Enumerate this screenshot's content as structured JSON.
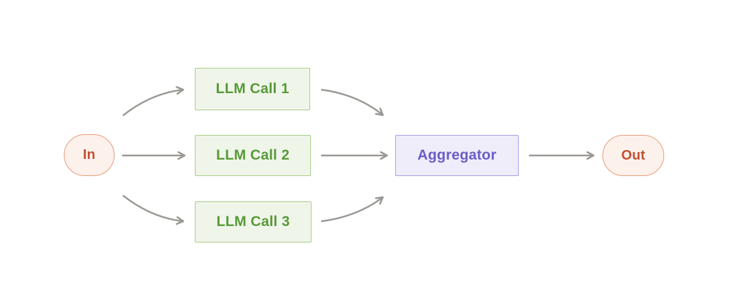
{
  "diagram": {
    "background_color": "#ffffff",
    "arrow_color": "#9b9894",
    "nodes": [
      {
        "id": "in",
        "label": "In",
        "shape": "stadium",
        "fill": "#fdf1ec",
        "border": "#e99a78",
        "text_color": "#c25032"
      },
      {
        "id": "llm-call-1",
        "label": "LLM Call 1",
        "shape": "rectangle",
        "fill": "#f0f5ea",
        "border": "#a7cc85",
        "text_color": "#579a38"
      },
      {
        "id": "llm-call-2",
        "label": "LLM Call 2",
        "shape": "rectangle",
        "fill": "#f0f5ea",
        "border": "#a7cc85",
        "text_color": "#579a38"
      },
      {
        "id": "llm-call-3",
        "label": "LLM Call 3",
        "shape": "rectangle",
        "fill": "#f0f5ea",
        "border": "#a7cc85",
        "text_color": "#579a38"
      },
      {
        "id": "aggregator",
        "label": "Aggregator",
        "shape": "rectangle",
        "fill": "#f0edfb",
        "border": "#a99ce1",
        "text_color": "#6a5cc9"
      },
      {
        "id": "out",
        "label": "Out",
        "shape": "stadium",
        "fill": "#fdf1ec",
        "border": "#e99a78",
        "text_color": "#c25032"
      }
    ],
    "edges": [
      {
        "from": "in",
        "to": "llm-call-1"
      },
      {
        "from": "in",
        "to": "llm-call-2"
      },
      {
        "from": "in",
        "to": "llm-call-3"
      },
      {
        "from": "llm-call-1",
        "to": "aggregator"
      },
      {
        "from": "llm-call-2",
        "to": "aggregator"
      },
      {
        "from": "llm-call-3",
        "to": "aggregator"
      },
      {
        "from": "aggregator",
        "to": "out"
      }
    ]
  }
}
